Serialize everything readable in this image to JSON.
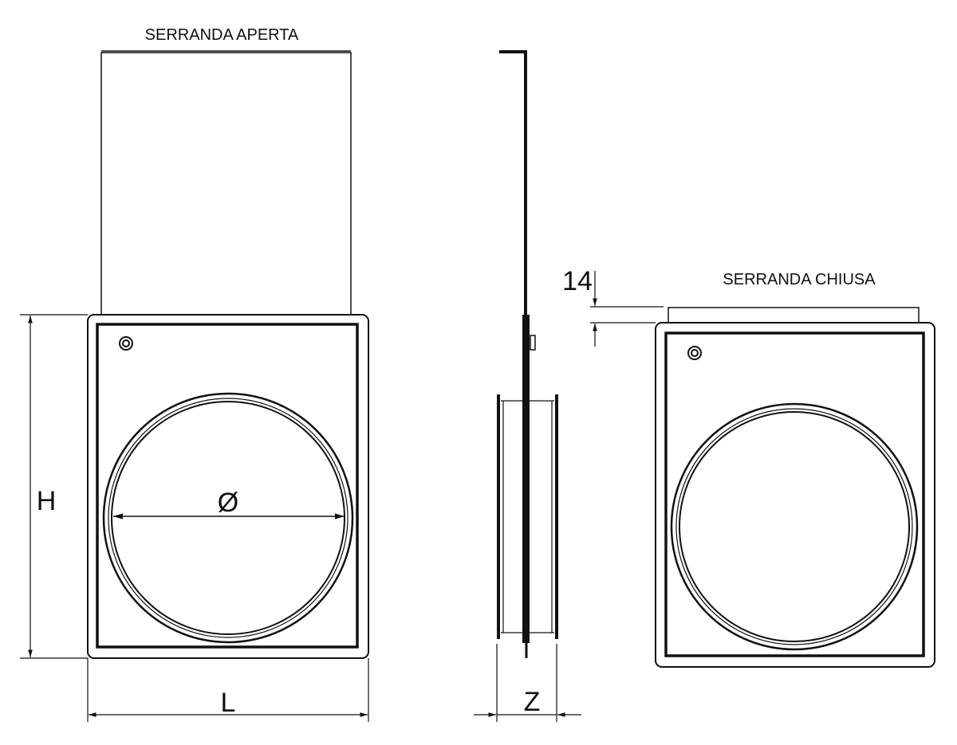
{
  "views": {
    "open": {
      "title": "SERRANDA APERTA"
    },
    "closed": {
      "title": "SERRANDA CHIUSA"
    }
  },
  "dimensions": {
    "height": "H",
    "width": "L",
    "diameter": "Ø",
    "depth": "Z",
    "blade_offset": "14"
  },
  "colors": {
    "line": "#111111",
    "background": "#ffffff"
  }
}
